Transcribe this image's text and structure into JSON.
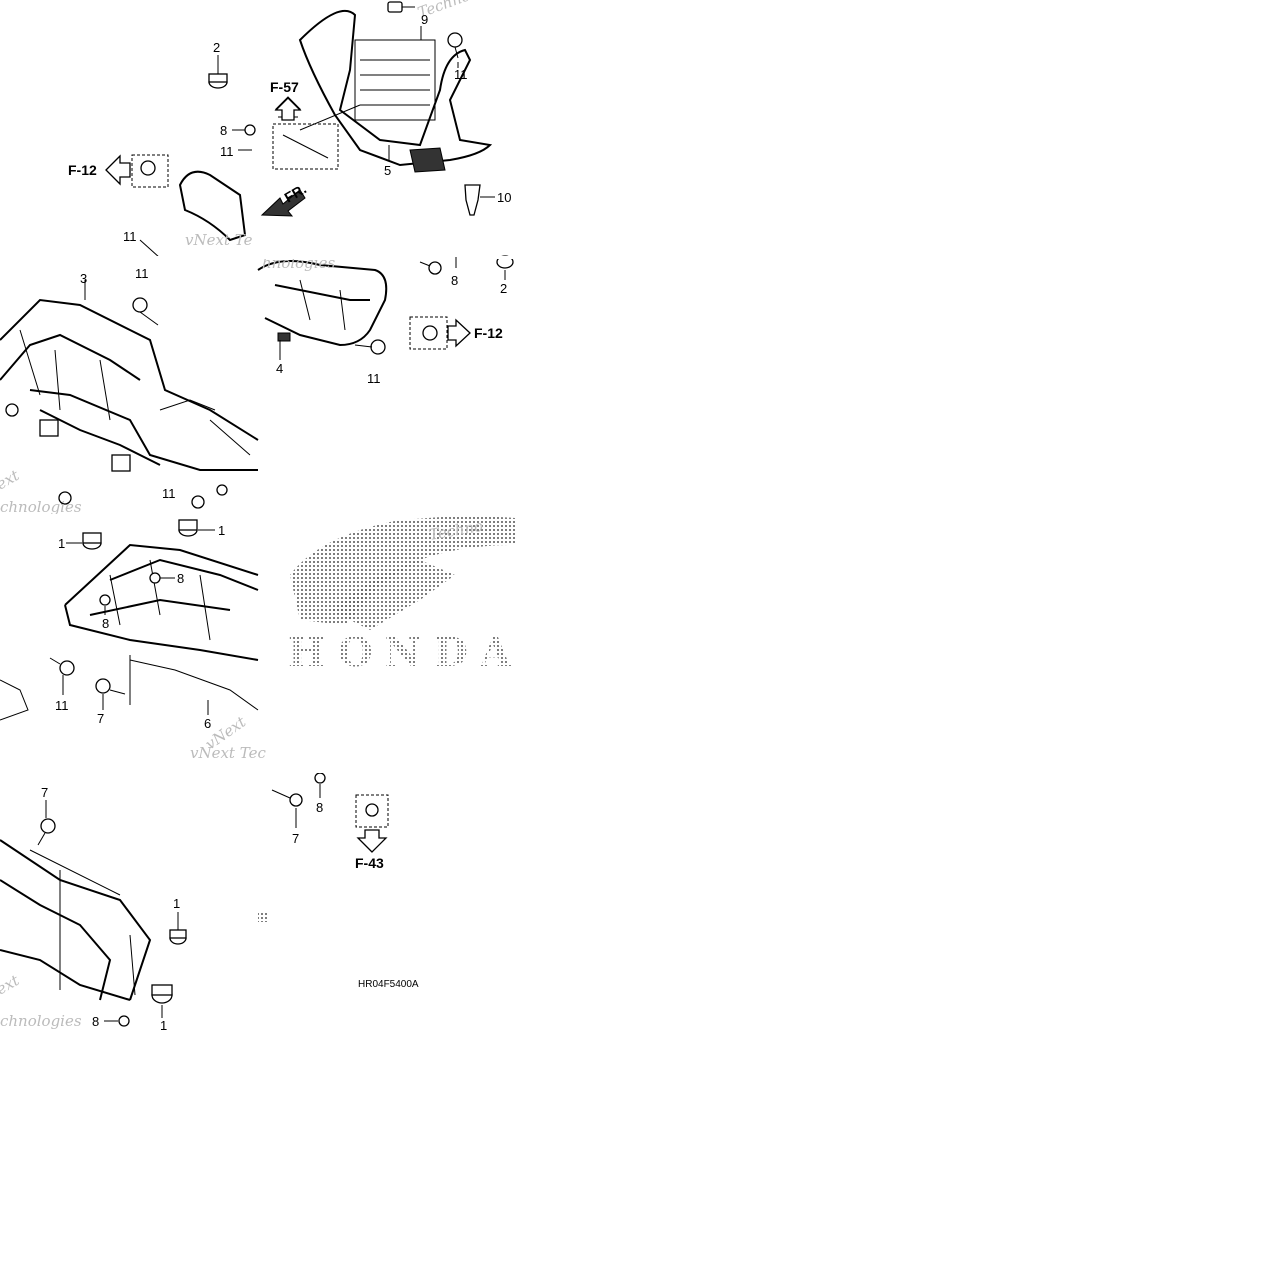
{
  "diagram": {
    "callouts": {
      "p01a": "1",
      "p01b": "1",
      "p01c": "1",
      "p01d": "1",
      "p02a": "2",
      "p02b": "2",
      "p03": "3",
      "p04": "4",
      "p05": "5",
      "p06": "6",
      "p07a": "7",
      "p07b": "7",
      "p07c": "7",
      "p08a": "8",
      "p08b": "8",
      "p08c": "8",
      "p08d": "8",
      "p08e": "8",
      "p08f": "8",
      "p09": "9",
      "p10": "10",
      "p11a": "11",
      "p11b": "11",
      "p11c": "11",
      "p11d": "11",
      "p11e": "11",
      "p11f": "11",
      "p11g": "11"
    },
    "references": {
      "f57": "F-57",
      "f12_left": "F-12",
      "f12_right": "F-12",
      "f43": "F-43"
    },
    "front_marker": "FR.",
    "figure_code": "HR04F5400A",
    "logo_text": "HONDA",
    "watermarks": [
      "Techno",
      "vNext Te",
      "hnologies",
      "ext",
      "chnologies",
      "vNext Tec",
      "Techno",
      "vNext",
      "ext",
      "chnologies"
    ]
  }
}
